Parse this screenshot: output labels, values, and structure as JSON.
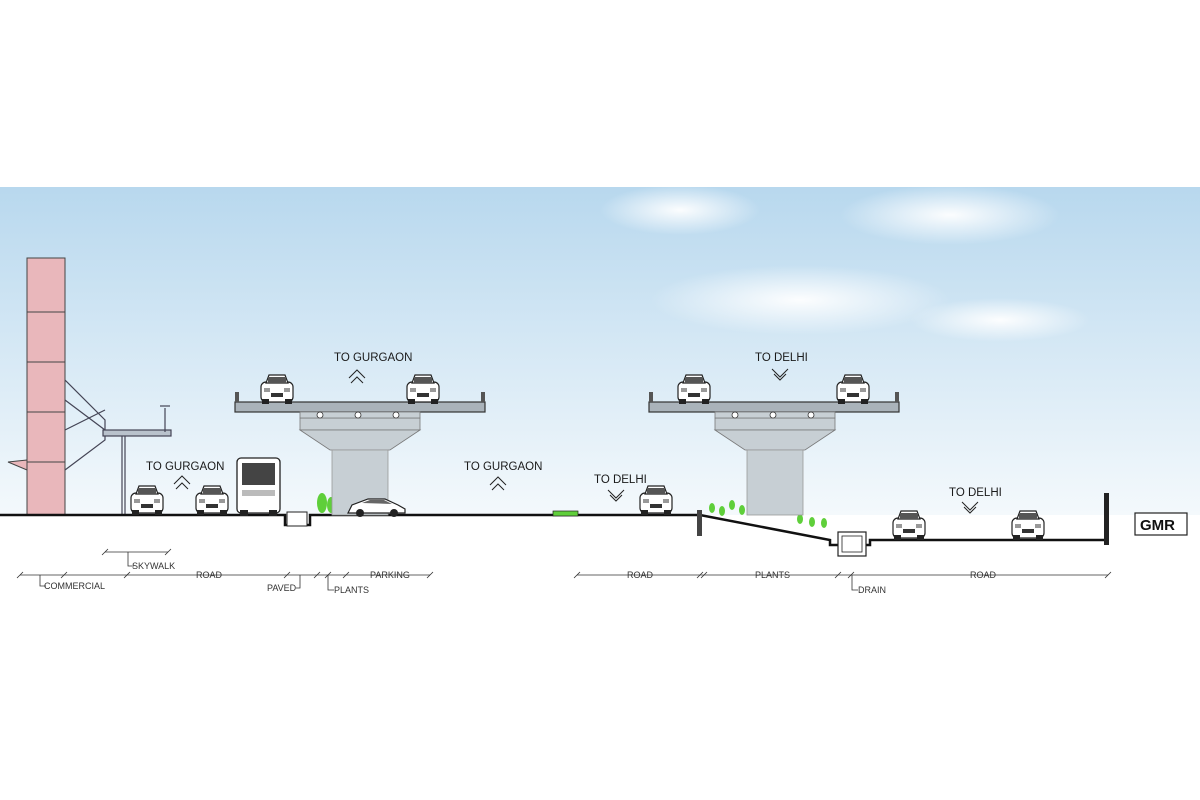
{
  "direction_labels": {
    "flyover_left": "TO GURGAON",
    "flyover_right": "TO DELHI",
    "road_left": "TO GURGAON",
    "road_middle": "TO GURGAON",
    "road_delhi_mid": "TO DELHI",
    "road_delhi_right": "TO DELHI"
  },
  "zone_labels": {
    "skywalk": "SKYWALK",
    "commercial": "COMMERCIAL",
    "road_left": "ROAD",
    "paved": "PAVED",
    "plants_left": "PLANTS",
    "parking": "PARKING",
    "road_mid": "ROAD",
    "plants_right": "PLANTS",
    "drain": "DRAIN",
    "road_right": "ROAD"
  },
  "logo": "GMR",
  "colors": {
    "sky_top": "#b8d8ee",
    "sky_bottom": "#eef6fb",
    "building": "#e9b7bb",
    "concrete": "#c7cfd4",
    "plants": "#5fcf3a"
  },
  "icons": {
    "arrow_up": "chevron-up-icon",
    "arrow_down": "chevron-down-icon",
    "car": "car-icon",
    "bus": "bus-icon"
  }
}
